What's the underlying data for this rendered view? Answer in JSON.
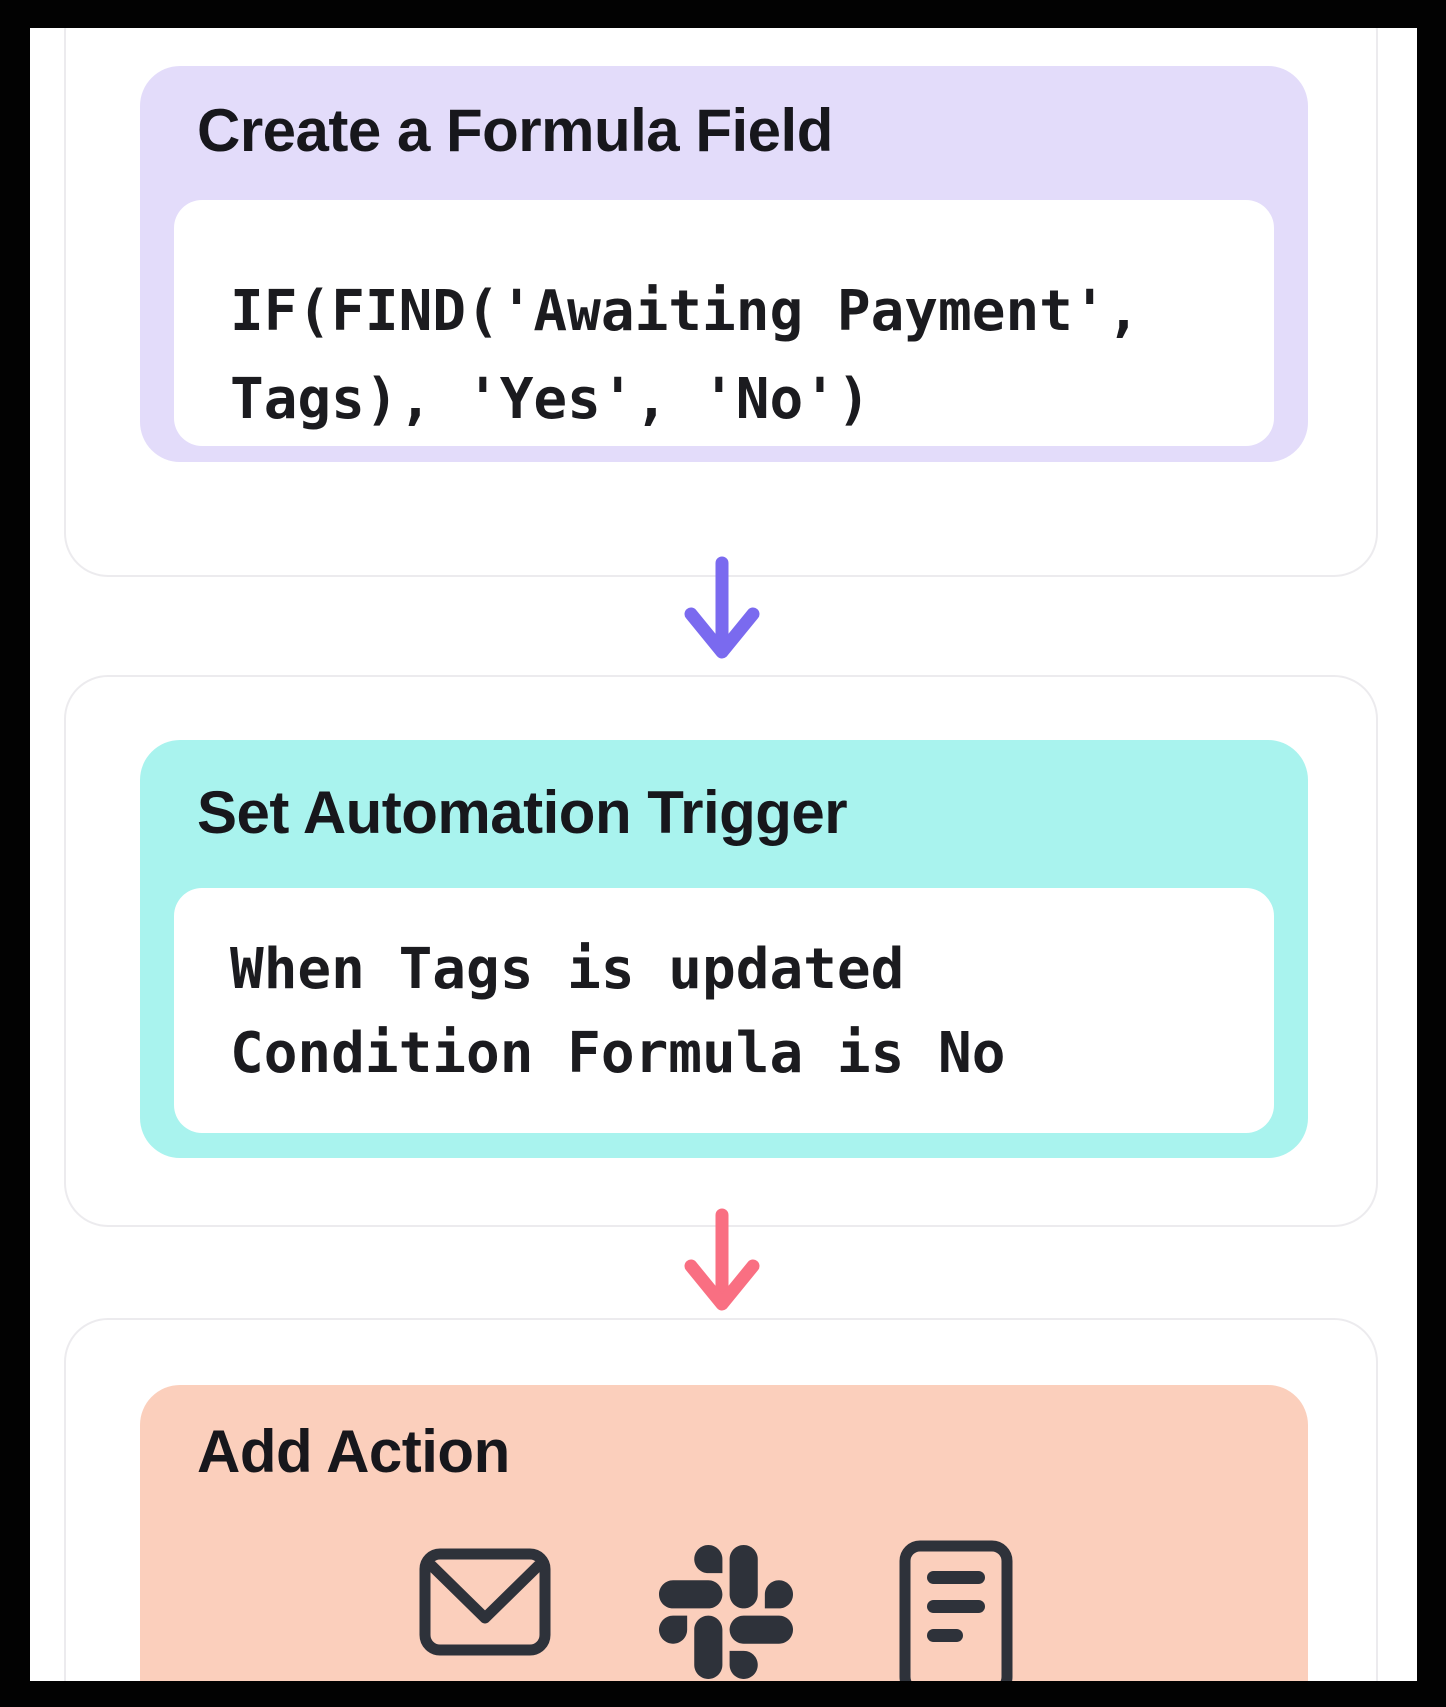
{
  "steps": [
    {
      "title": "Create a Formula Field",
      "code_lines": [
        "IF(FIND('Awaiting Payment',",
        "Tags), 'Yes', 'No')"
      ],
      "accent_color": "#E3DCFA"
    },
    {
      "title": "Set Automation Trigger",
      "body_lines": [
        "When Tags is updated",
        "Condition Formula is No"
      ],
      "accent_color": "#A9F3EE"
    },
    {
      "title": "Add Action",
      "icons": [
        {
          "name": "email-icon"
        },
        {
          "name": "slack-icon"
        },
        {
          "name": "document-icon"
        }
      ],
      "accent_color": "#FBCFBC"
    }
  ],
  "arrows": [
    {
      "from": "create-formula-field",
      "to": "set-automation-trigger",
      "color": "#7A6AEF"
    },
    {
      "from": "set-automation-trigger",
      "to": "add-action",
      "color": "#F96F82"
    }
  ],
  "colors": {
    "frame": "#020202",
    "page_background": "#FFFFFF",
    "container_border": "#ECEBEE",
    "title_text": "#17171C",
    "body_text": "#1B1B1F",
    "icon": "#2E323A"
  }
}
